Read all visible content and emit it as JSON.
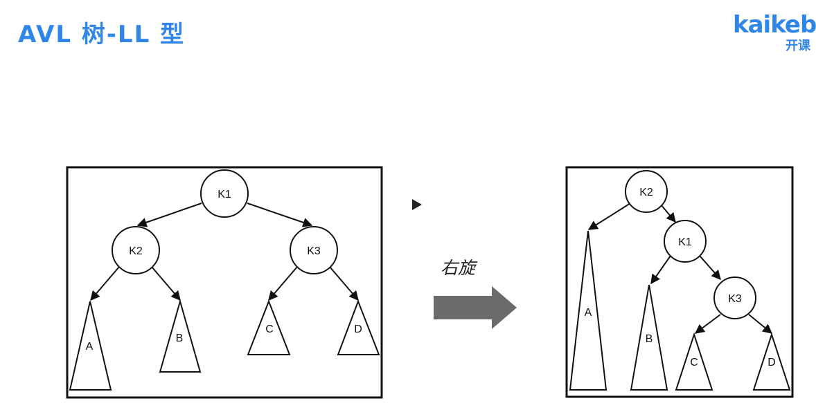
{
  "title": "AVL 树-LL 型",
  "logo": {
    "main": "kaikeb",
    "sub": "开课"
  },
  "operation_label": "右旋",
  "before": {
    "nodes": [
      "K1",
      "K2",
      "K3"
    ],
    "subtrees": [
      "A",
      "B",
      "C",
      "D"
    ]
  },
  "after": {
    "nodes": [
      "K2",
      "K1",
      "K3"
    ],
    "subtrees": [
      "A",
      "B",
      "C",
      "D"
    ]
  },
  "colors": {
    "accent": "#2f86e8",
    "arrow_fill": "#6b6b6b",
    "line": "#111111"
  },
  "icons": {
    "play": "play-icon",
    "transition": "right-arrow-icon"
  }
}
